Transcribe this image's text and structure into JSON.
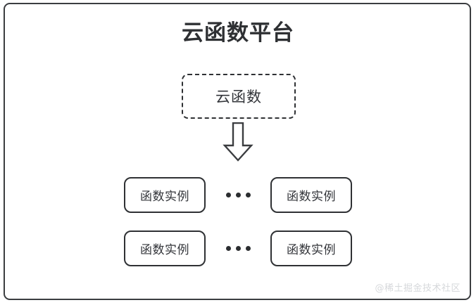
{
  "diagram": {
    "title": "云函数平台",
    "cloud_function": {
      "label": "云函数",
      "border_style": "dashed"
    },
    "arrow": {
      "icon": "block-arrow-down-icon",
      "direction": "down"
    },
    "instance_rows": [
      {
        "left_instance": "函数实例",
        "ellipsis": "•••",
        "right_instance": "函数实例"
      },
      {
        "left_instance": "函数实例",
        "ellipsis": "•••",
        "right_instance": "函数实例"
      }
    ],
    "watermark": "@稀土掘金技术社区",
    "colors": {
      "stroke": "#2f3134",
      "title_text": "#2e3033",
      "body_text": "#33353a",
      "background": "#ffffff",
      "watermark_text": "#d6d8db"
    }
  }
}
